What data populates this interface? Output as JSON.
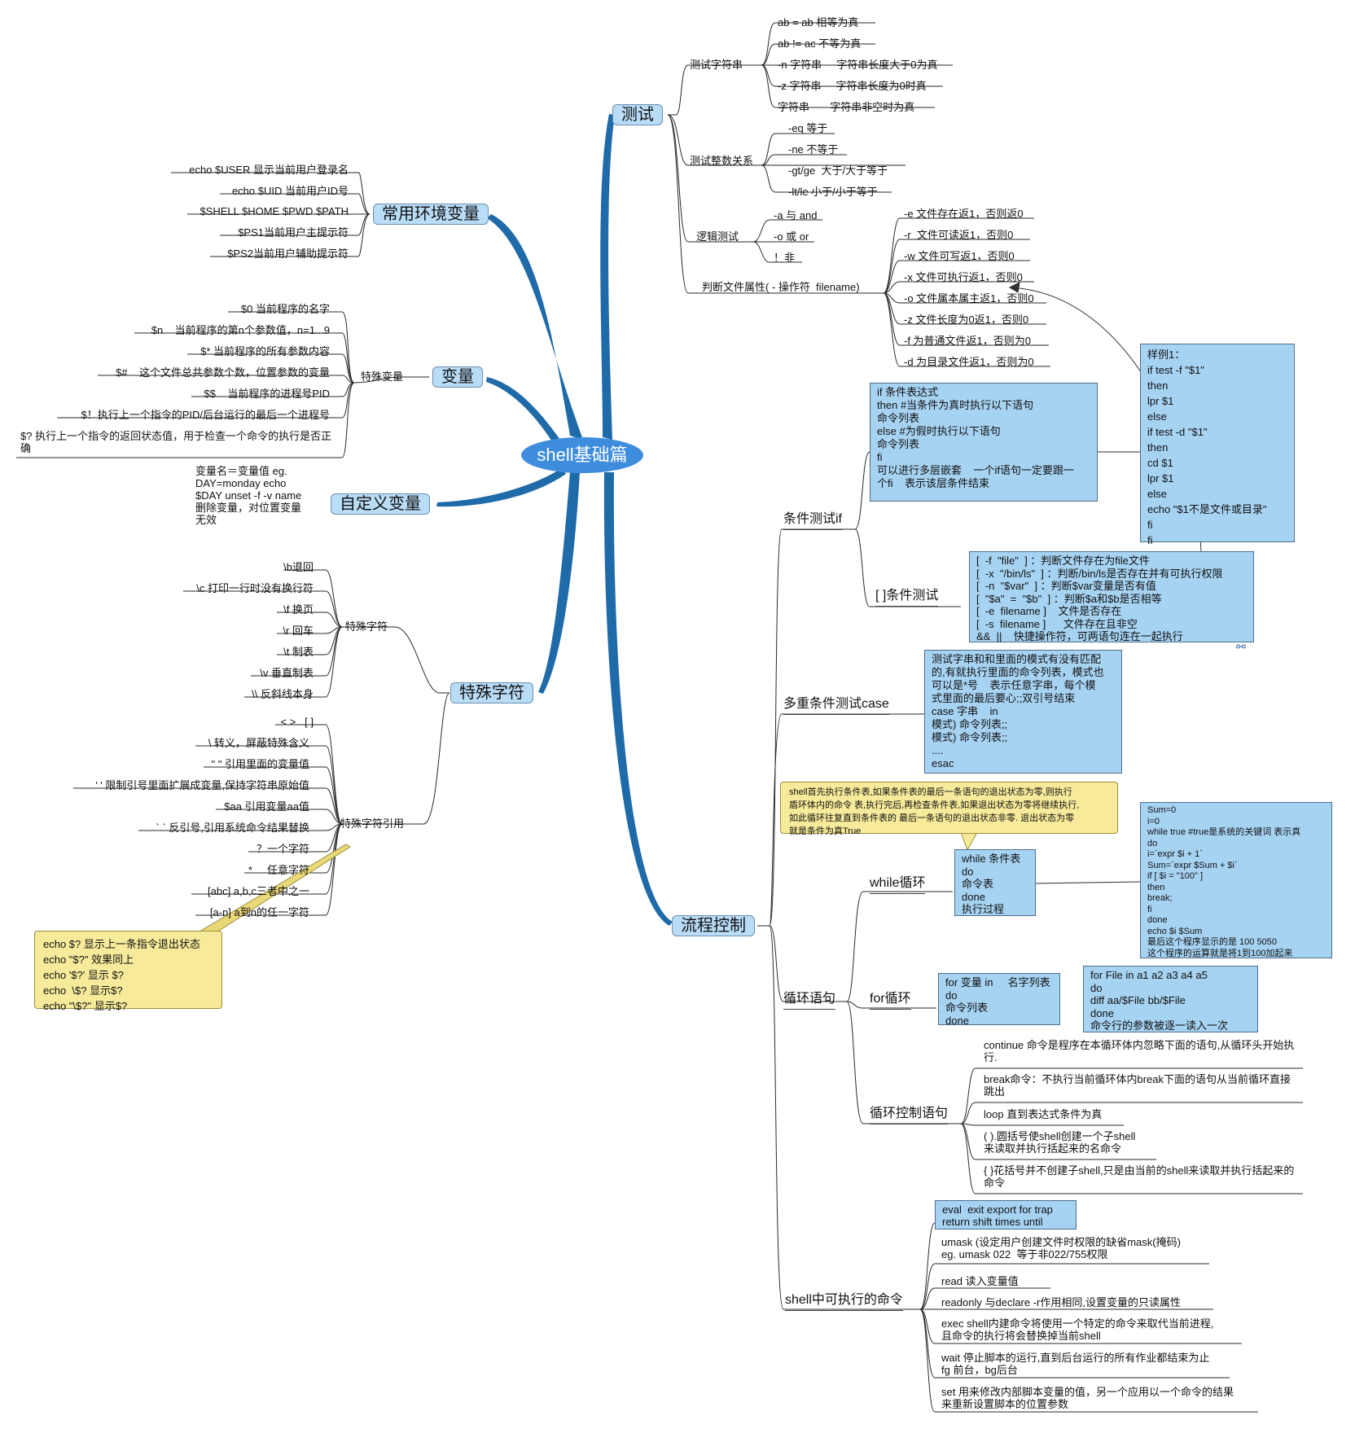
{
  "center": "shell基础篇",
  "left": {
    "env": {
      "label": "常用环境变量",
      "items": [
        "echo $USER 显示当前用户登录名",
        "echo $UID 当前用户ID号",
        "$SHELL $HOME $PWD $PATH",
        "$PS1当前用户主提示符",
        "$PS2当前用户辅助提示符"
      ]
    },
    "vars": {
      "label": "变量",
      "sub": "特殊变量",
      "items": [
        "$0 当前程序的名字",
        "$n    当前程序的第n个参数值，n=1...9",
        "$* 当前程序的所有参数内容",
        "$#    这个文件总共参数个数，位置参数的变量",
        "$$    当前程序的进程号PID",
        "$！执行上一个指令的PID/后台运行的最后一个进程号",
        "$?    执行上一个指令的返回状态值，用于检查一个命令的执行是否正确"
      ]
    },
    "custom": {
      "label": "自定义变量",
      "text": "变量名＝变量值\neg. DAY=monday\necho $DAY\nunset -f -v name 删除变量，对位置变量无效"
    },
    "special": {
      "label": "特殊字符",
      "sub1": "特殊字符",
      "items1": [
        "\\b退回",
        "\\c 打印一行时没有换行符",
        "\\f 换页",
        "\\r 回车",
        "\\t 制表",
        "\\v 垂直制表",
        "\\\\ 反斜线本身"
      ],
      "sub2": "特殊字符引用",
      "items2": [
        "< >   [ ]",
        "\\ 转义，屏蔽特殊含义",
        "\" \" 引用里面的变量值",
        "' ' 限制引号里面扩展成变量,保持字符串原始值",
        "$aa 引用变量aa值",
        "` ` 反引号,引用系统命令结果替换",
        "？一个字符",
        "*     任意字符",
        "[abc] a,b,c三者中之一",
        "[a-n] a到n的任一字符"
      ],
      "note": "echo $? 显示上一条指令退出状态\necho \"$?\" 效果同上\necho '$?' 显示 $?\necho  \\$? 显示$?\necho \"\\$?\" 显示$?"
    }
  },
  "right": {
    "test": {
      "label": "测试",
      "str": {
        "label": "测试字符串",
        "items": [
          "ab = ab 相等为真",
          "ab != ac 不等为真",
          "-n 字符串     字符串长度大于0为真",
          "-z 字符串     字符串长度为0时真",
          "字符串       字符串非空时为真"
        ]
      },
      "int": {
        "label": "测试整数关系",
        "items": [
          "-eq 等于",
          "-ne 不等于",
          "-gt/ge  大于/大于等于",
          "-lt/le 小于/小于等于"
        ]
      },
      "logic": {
        "label": "逻辑测试",
        "items": [
          "-a 与 and",
          "-o 或 or",
          "！非"
        ]
      },
      "file": {
        "label": "判断文件属性( - 操作符  filename)",
        "items": [
          "-e 文件存在返1，否则返0",
          "-r  文件可读返1，否则0",
          "-w 文件可写返1，否则0",
          "-x 文件可执行返1，否则0",
          "-o 文件属本属主返1，否则0",
          "-z 文件长度为0返1，否则0",
          "-f 为普通文件返1，否则为0",
          "-d 为目录文件返1，否则为0"
        ]
      }
    },
    "flow": {
      "label": "流程控制",
      "if": {
        "label": "条件测试if",
        "box": "if 条件表达式\nthen #当条件为真时执行以下语句\n命令列表\nelse #为假时执行以下语句\n命令列表\nfi\n可以进行多层嵌套    一个if语句一定要跟一\n个fi    表示该层条件结束",
        "example": "样例1：\nif test -f \"$1\"\nthen\nlpr $1\nelse\nif test -d \"$1\"\nthen\ncd $1\nlpr $1\nelse\necho \"$1不是文件或目录\"\nfi\nfi",
        "bracket_label": "[ ]条件测试",
        "bracket_box": "[  -f  \"file\"  ] ：判断文件存在为file文件\n[  -x  \"/bin/ls\"  ] ：判断/bin/ls是否存在并有可执行权限\n[  -n  \"$var\"  ] ：判断$var变量是否有值\n[  \"$a\"  =  \"$b\"  ] ：判断$a和$b是否相等\n[  -e  filename ]    文件是否存在\n[  -s  filename ]      文件存在且非空\n&&  ||    快捷操作符，可两语句连在一起执行"
      },
      "case": {
        "label": "多重条件测试case",
        "box": "测试字串和和里面的模式有没有匹配\n的,有就执行里面的命令列表，模式也\n可以是*号    表示任意字串，每个模\n式里面的最后要心;;双引号结束\ncase 字串    in\n模式) 命令列表;;\n模式) 命令列表;;\n....\nesac"
      },
      "loop": {
        "label": "循环语句",
        "while_label": "while循环",
        "while_note": "shell首先执行条件表,如果条件表的最后一条语句的退出状态为零,则执行\n盾环体内的命令 表,执行完后,再检查条件表,如果退出状态为零将继续执行,\n如此循环往复直到条件表的 最后一条语句的退出状态非零. 退出状态为零\n就是条件为真True",
        "while_box": "while 条件表\ndo\n命令表\ndone\n执行过程",
        "while_example": "Sum=0\ni=0\nwhile true #true是系统的关键词 表示真\ndo\ni=`expr $i + 1`\nSum=`expr $Sum + $i`\nif [ $i = \"100\" ]\nthen\nbreak;\nfi\ndone\necho $i $Sum\n最后这个程序显示的是 100 5050\n这个程序的运算就是将1到100加起来",
        "for_label": "for循环",
        "for_box": "for 变量 in     名字列表\ndo\n命令列表\ndone",
        "for_example": "for File in a1 a2 a3 a4 a5\ndo\ndiff aa/$File bb/$File\ndone\n命令行的参数被逐一读入一次",
        "ctrl_label": "循环控制语句",
        "ctrl_items": [
          "continue 命令是程序在本循环体内忽略下面的语句,从循环头开始执行.",
          "break命令：不执行当前循环体内break下面的语句从当前循环直接跳出",
          "loop 直到表达式条件为真",
          "( ).圆括号使shell创建一个子shell\n来读取并执行括起来的名命令",
          "{ }花括号并不创建子shell,只是由当前的shell来读取并执行括起来的命令"
        ]
      },
      "cmds": {
        "label": "shell中可执行的命令",
        "box": "eval  exit export for trap\nreturn shift times until",
        "items": [
          "umask (设定用户创建文件时权限的缺省mask(掩码)\neg. umask 022  等于非022/755权限",
          "read 读入变量值",
          "readonly 与declare -r作用相同,设置变量的只读属性",
          "exec shell内建命令将使用一个特定的命令来取代当前进程,\n且命令的执行将会替换掉当前shell",
          "wait 停止脚本的运行,直到后台运行的所有作业都结束为止\nfg 前台，bg后台",
          "set 用来修改内部脚本变量的值，另一个应用以一个命令的结果\n来重新设置脚本的位置参数"
        ]
      }
    }
  },
  "colors": {
    "branch": "#1f6aa8",
    "topic": "#b9dcf7",
    "box": "#a7d3f2",
    "note": "#f7ea9a"
  }
}
